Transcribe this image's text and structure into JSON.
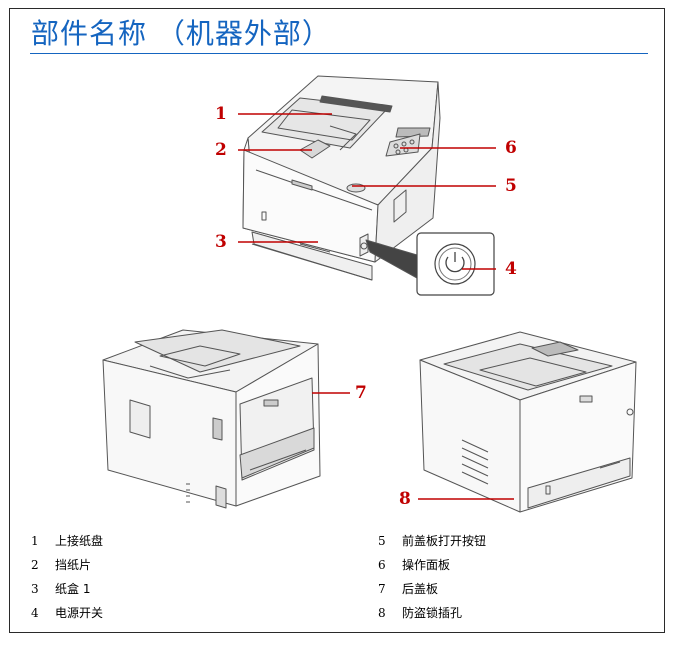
{
  "title": "部件名称 （机器外部）",
  "accent_color": "#1565c0",
  "callout_color": "#c00000",
  "callouts": [
    "1",
    "2",
    "3",
    "4",
    "5",
    "6",
    "7",
    "8"
  ],
  "legend": [
    {
      "num": "1",
      "label": "上接纸盘"
    },
    {
      "num": "2",
      "label": "挡纸片"
    },
    {
      "num": "3",
      "label": "纸盒 1"
    },
    {
      "num": "4",
      "label": "电源开关"
    },
    {
      "num": "5",
      "label": "前盖板打开按钮"
    },
    {
      "num": "6",
      "label": "操作面板"
    },
    {
      "num": "7",
      "label": "后盖板"
    },
    {
      "num": "8",
      "label": "防盗锁插孔"
    }
  ]
}
